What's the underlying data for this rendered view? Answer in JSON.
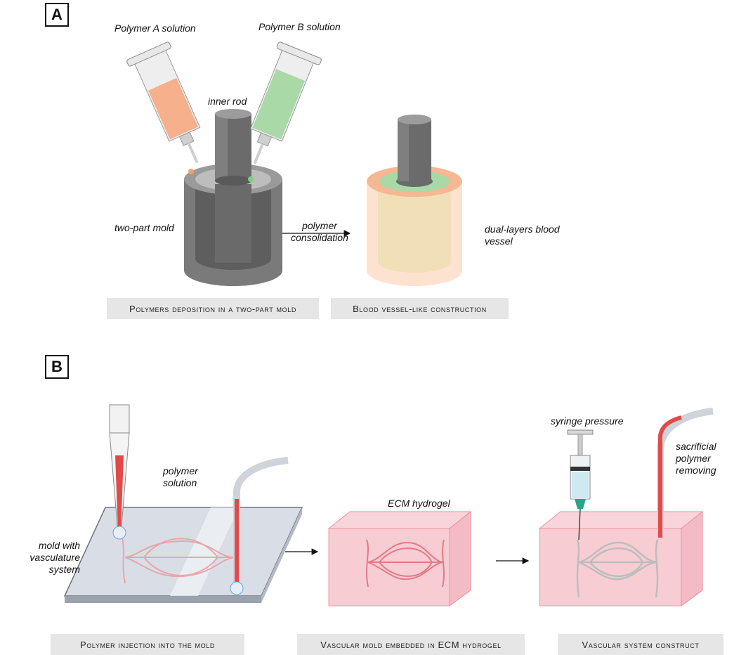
{
  "panels": {
    "a": "A",
    "b": "B"
  },
  "panel_a": {
    "polymer_a": "Polymer A solution",
    "polymer_b": "Polymer B solution",
    "inner_rod": "inner rod",
    "mold": "two-part mold",
    "arrow_label_line1": "polymer",
    "arrow_label_line2": "consolidation",
    "vessel_line1": "dual-layers blood",
    "vessel_line2": "vessel",
    "caption_left": "Polymers deposition in a two-part mold",
    "caption_right": "Blood vessel-like construction"
  },
  "panel_b": {
    "polymer_solution_line1": "polymer",
    "polymer_solution_line2": "solution",
    "mold_line1": "mold with",
    "mold_line2": "vasculature system",
    "ecm": "ECM hydrogel",
    "syringe": "syringe pressure",
    "removing_line1": "sacrificial polymer",
    "removing_line2": "removing",
    "caption_1": "Polymer injection into the mold",
    "caption_2": "Vascular mold embedded in ECM hydrogel",
    "caption_3": "Vascular system construct"
  },
  "colors": {
    "polymer_a": "#f7b08c",
    "polymer_b": "#a9d9a6",
    "mold": "#6e6e6e",
    "hydrogel": "#f7c7cf",
    "vessel": "#e24a4a"
  }
}
